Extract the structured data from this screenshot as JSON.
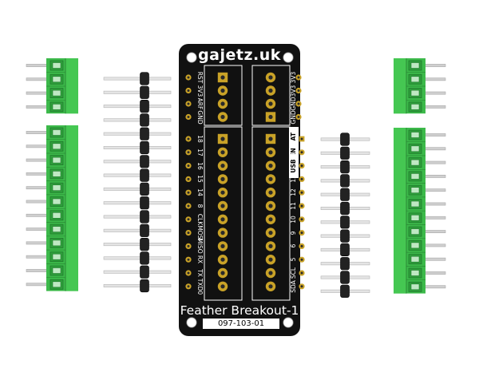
{
  "board": {
    "brand": "gajetz.uk",
    "name": "Feather Breakout-1",
    "part_number": "097-103-01",
    "colors": {
      "pcb": "#111111",
      "silkscreen": "#ffffff",
      "pad": "#c9a227",
      "terminal": "#3cb94a",
      "header": "#222222"
    }
  },
  "left_pins_top": [
    "RST",
    "3V3",
    "ARF",
    "GND"
  ],
  "left_pins_bottom": [
    "18",
    "17",
    "16",
    "15",
    "14",
    "8",
    "CLK",
    "MOSI",
    "MISO",
    "RX",
    "TX",
    "TXD0"
  ],
  "right_pins_top": [
    "3V3",
    "3V3",
    "GND",
    "GND"
  ],
  "right_pins_bottom": [
    "BAT",
    "EN",
    "USB",
    "13",
    "12",
    "11",
    "10",
    "9",
    "6",
    "5",
    "SCL",
    "SDA"
  ],
  "inverted_labels": [
    "BAT",
    "EN",
    "USB"
  ]
}
